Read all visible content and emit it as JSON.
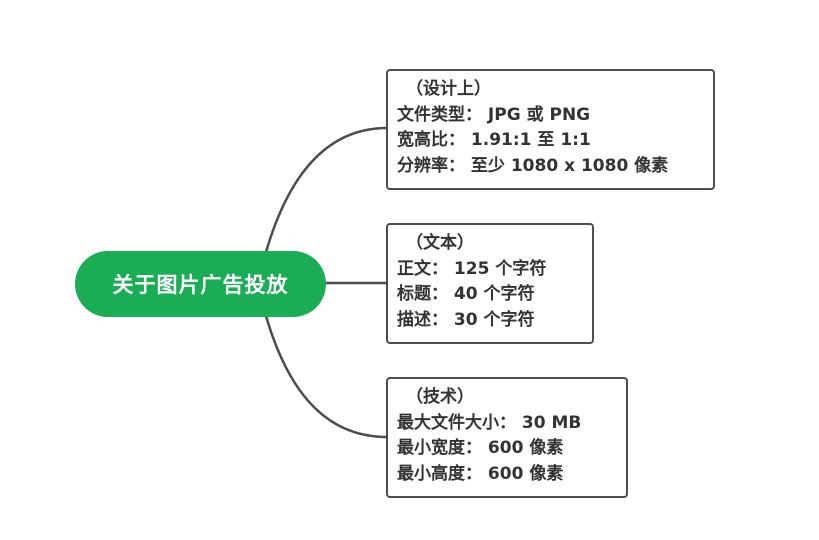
{
  "root": {
    "title": "关于图片广告投放"
  },
  "branches": [
    {
      "heading": "（设计上）",
      "items": [
        "文件类型： JPG 或 PNG",
        "宽高比： 1.91:1 至 1:1",
        "分辨率： 至少 1080 x 1080 像素"
      ]
    },
    {
      "heading": "（文本）",
      "items": [
        "正文： 125 个字符",
        "标题： 40 个字符",
        "描述： 30 个字符"
      ]
    },
    {
      "heading": "（技术）",
      "items": [
        "最大文件大小： 30 MB",
        "最小宽度： 600 像素",
        "最小高度： 600 像素"
      ]
    }
  ],
  "colors": {
    "root_fill": "#1aad55",
    "root_text": "#ffffff",
    "box_border": "#4d4d4d",
    "connector": "#4d4d4d",
    "text": "#333333"
  }
}
